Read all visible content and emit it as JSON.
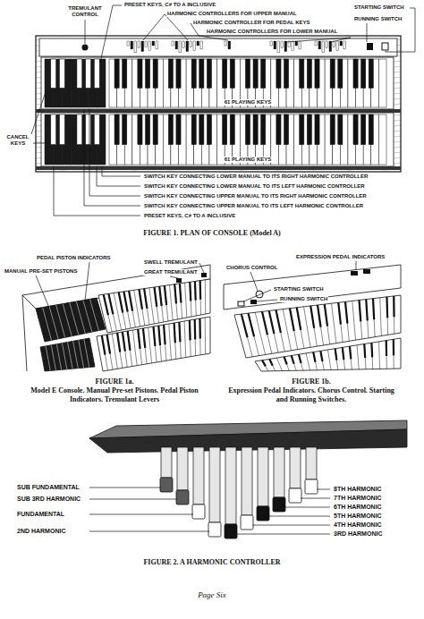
{
  "diagram": {
    "labels": [
      "TREMULANT CONTROL",
      "PRESET KEYS, C# TO A INCLUSIVE",
      "HARMONIC CONTROLLERS FOR UPPER MANUAL",
      "HARMONIC CONTROLLER FOR PEDAL KEYS",
      "HARMONIC CONTROLLERS FOR LOWER MANUAL",
      "STARTING SWITCH",
      "RUNNING SWITCH",
      "61 PLAYING KEYS",
      "61 PLAYING KEYS",
      "CANCEL KEYS",
      "SWITCH KEY CONNECTING LOWER MANUAL TO ITS RIGHT HARMONIC CONTROLLER",
      "SWITCH KEY CONNECTING LOWER MANUAL TO ITS LEFT HARMONIC CONTROLLER",
      "SWITCH KEY CONNECTING UPPER MANUAL TO ITS RIGHT HARMONIC CONTROLLER",
      "SWITCH KEY CONNECTING UPPER MANUAL TO ITS LEFT HARMONIC CONTROLLER",
      "PRESET KEYS, C# TO A INCLUSIVE",
      "FIGURE 1. PLAN OF CONSOLE (Model A)",
      "PEDAL PISTON INDICATORS",
      "MANUAL PRE-SET PISTONS",
      "SWELL TREMULANT",
      "GREAT TREMULANT",
      "FIGURE 1a.",
      "Model E Console. Manual Pre-set Pistons. Pedal Piston Indicators. Tremulant Levers",
      "EXPRESSION PEDAL INDICATORS",
      "CHORUS CONTROL",
      "STARTING SWITCH",
      "RUNNING SWITCH",
      "FIGURE 1b.",
      "Expression Pedal Indicators. Chorus Control. Starting and Running Switches.",
      "SUB FUNDAMENTAL",
      "SUB 3RD HARMONIC",
      "FUNDAMENTAL",
      "2ND HARMONIC",
      "8TH HARMONIC",
      "7TH HARMONIC",
      "6TH HARMONIC",
      "5TH HARMONIC",
      "4TH HARMONIC",
      "3RD HARMONIC",
      "FIGURE 2. A HARMONIC CONTROLLER",
      "Page Six"
    ]
  }
}
